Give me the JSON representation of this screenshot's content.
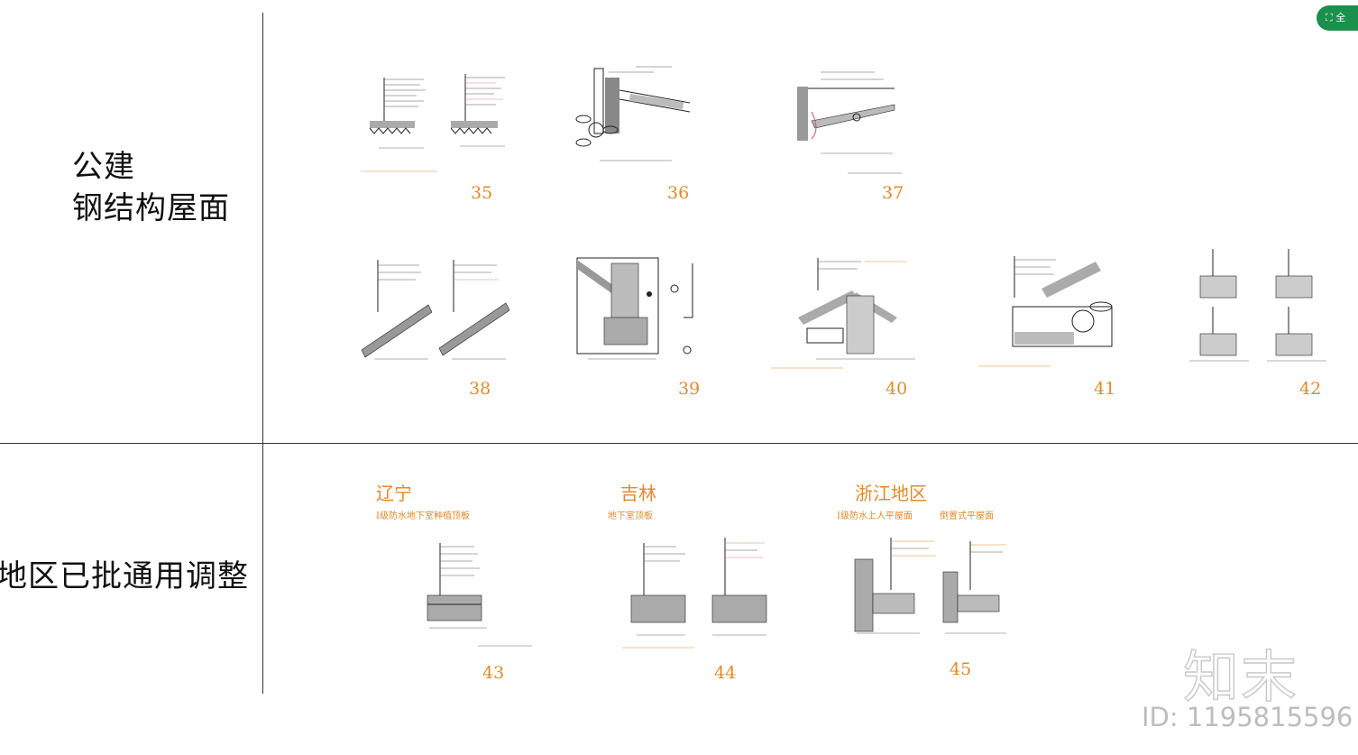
{
  "badge": {
    "label": "全"
  },
  "categories": {
    "steel_roof": {
      "line1": "公建",
      "line2": "钢结构屋面"
    },
    "regional": {
      "label": "地区已批通用调整"
    }
  },
  "regions": [
    {
      "name": "辽宁",
      "subs": [
        "I级防水地下室种植顶板"
      ]
    },
    {
      "name": "吉林",
      "subs": [
        "地下室顶板"
      ]
    },
    {
      "name": "浙江地区",
      "subs": [
        "I级防水上人平屋面",
        "倒置式平屋面"
      ]
    }
  ],
  "drawings": [
    "35",
    "36",
    "37",
    "38",
    "39",
    "40",
    "41",
    "42",
    "43",
    "44",
    "45"
  ],
  "watermark": {
    "logo": "知末",
    "id": "ID: 1195815596"
  },
  "colors": {
    "accent": "#e08a2a",
    "badge": "#1b8f4c"
  }
}
